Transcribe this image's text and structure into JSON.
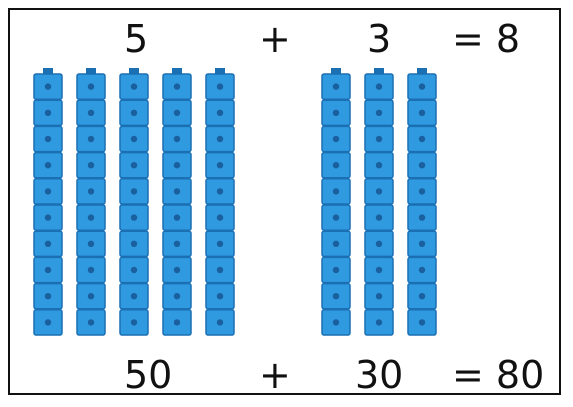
{
  "equation_top": {
    "left": "5",
    "plus": "+",
    "right": "3",
    "equals": "= 8"
  },
  "equation_bottom": {
    "left": "50",
    "plus": "+",
    "right": "30",
    "equals": "= 80"
  },
  "blocks": {
    "left_group_rods": 5,
    "right_group_rods": 3,
    "cubes_per_rod": 10,
    "cube_color": "#2f9ae0",
    "cube_edge_color": "#1b6fb3",
    "cube_dot_color": "#1a5f9e"
  }
}
